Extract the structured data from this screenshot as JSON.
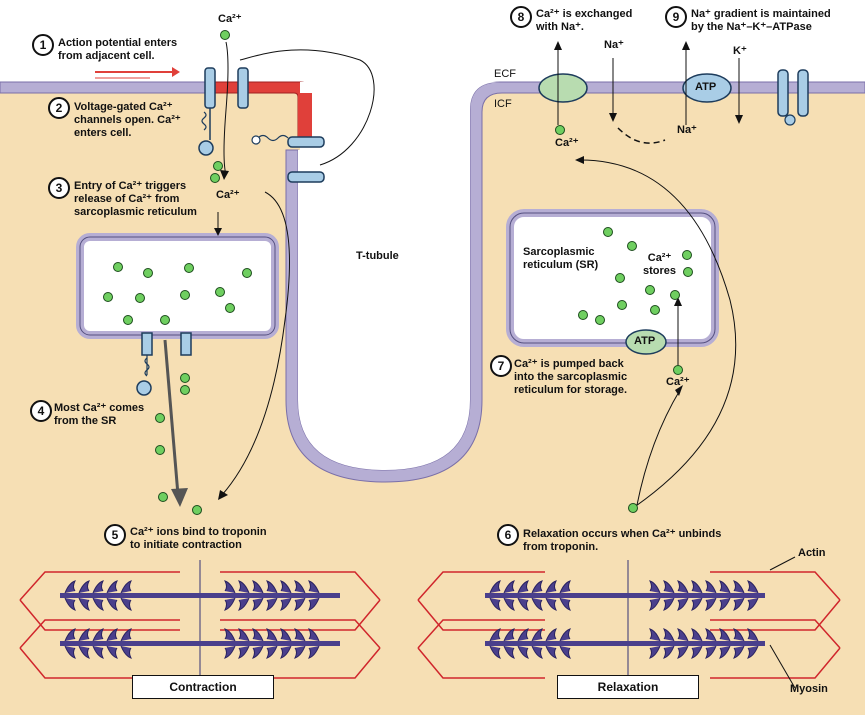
{
  "colors": {
    "cytoplasm": "#f6dfb4",
    "membrane": "#b6aed4",
    "membrane_edge": "#7a6fa8",
    "channel": "#a9cde6",
    "ion": "#6fcf60",
    "red_membrane": "#e0403a",
    "myosin": "#4a3f8c",
    "actin": "#d0262c",
    "ecf_bg": "#ffffff"
  },
  "steps": [
    {
      "num": "1",
      "line1": "Action potential enters",
      "line2": "from adjacent cell."
    },
    {
      "num": "2",
      "line1": "Voltage-gated Ca²⁺",
      "line2": "channels open. Ca²⁺",
      "line3": "enters cell."
    },
    {
      "num": "3",
      "line1": "Entry of Ca²⁺ triggers",
      "line2": "release of Ca²⁺ from",
      "line3": "sarcoplasmic reticulum"
    },
    {
      "num": "4",
      "line1": "Most Ca²⁺ comes",
      "line2": "from the SR"
    },
    {
      "num": "5",
      "line1": "Ca²⁺ ions bind to troponin",
      "line2": "to initiate contraction"
    },
    {
      "num": "6",
      "line1": "Relaxation occurs when Ca²⁺ unbinds",
      "line2": "from troponin."
    },
    {
      "num": "7",
      "line1": "Ca²⁺ is pumped back",
      "line2": "into the sarcoplasmic",
      "line3": "reticulum for storage."
    },
    {
      "num": "8",
      "line1": "Ca²⁺ is exchanged",
      "line2": "with Na⁺."
    },
    {
      "num": "9",
      "line1": "Na⁺ gradient is maintained",
      "line2": "by the Na⁺–K⁺–ATPase"
    }
  ],
  "labels": {
    "ecf": "ECF",
    "icf": "ICF",
    "t_tubule": "T-tubule",
    "sr_line1": "Sarcoplasmic",
    "sr_line2": "reticulum (SR)",
    "stores_line1": "Ca²⁺",
    "stores_line2": "stores",
    "atp": "ATP",
    "actin": "Actin",
    "myosin": "Myosin",
    "contraction": "Contraction",
    "relaxation": "Relaxation"
  },
  "ions": {
    "ca": "Ca²⁺",
    "na": "Na⁺",
    "k": "K⁺"
  }
}
